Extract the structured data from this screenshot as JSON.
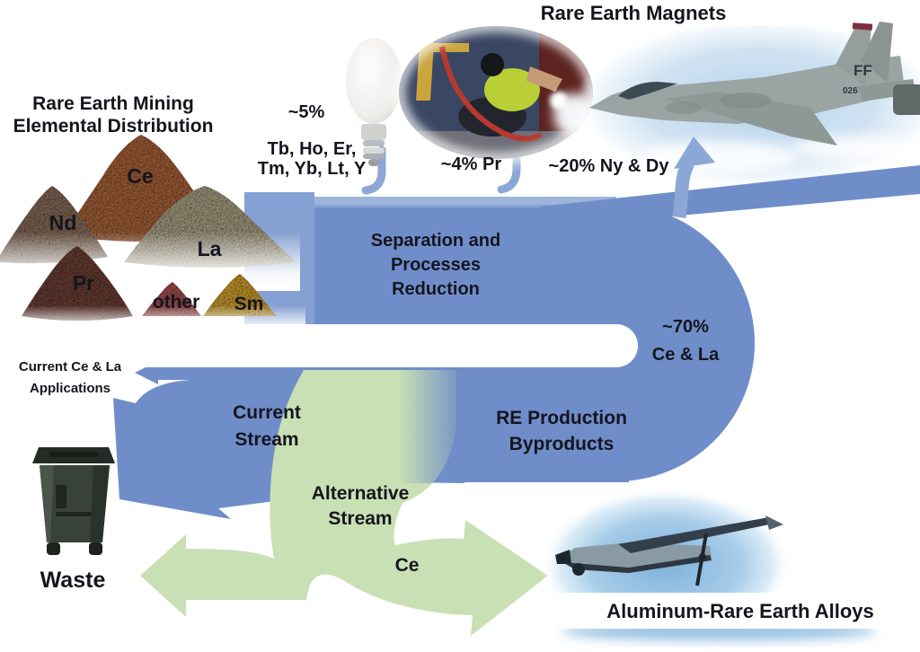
{
  "colors": {
    "stream_blue": "#6f8ec9",
    "stream_blue_light": "#8ca7d5",
    "stream_green": "#c9e0b4",
    "text_dark": "#15151f"
  },
  "labels": {
    "magnets_title": "Rare Earth Magnets",
    "mining_title_1": "Rare Earth Mining",
    "mining_title_2": "Elemental Distribution",
    "bulb_pct": "~5%",
    "bulb_elements_1": "Tb, Ho, Er,",
    "bulb_elements_2": "Tm, Yb, Lt, Y",
    "welder_pct": "~4% Pr",
    "jet_pct": "~20% Ny & Dy",
    "separation_1": "Separation and",
    "separation_2": "Processes",
    "separation_3": "Reduction",
    "byproduct_pct_1": "~70%",
    "byproduct_pct_2": "Ce & La",
    "current_apps_1": "Current Ce & La",
    "current_apps_2": "Applications",
    "current_stream_1": "Current",
    "current_stream_2": "Stream",
    "re_production_1": "RE Production",
    "re_production_2": "Byproducts",
    "alt_stream_1": "Alternative",
    "alt_stream_2": "Stream",
    "ce_flow": "Ce",
    "waste": "Waste",
    "alloys_title": "Aluminum-Rare Earth Alloys",
    "jet_tail_code": "FF",
    "jet_tail_number": "026"
  },
  "piles": {
    "ce": "Ce",
    "nd": "Nd",
    "la": "La",
    "pr": "Pr",
    "other": "other",
    "sm": "Sm"
  }
}
